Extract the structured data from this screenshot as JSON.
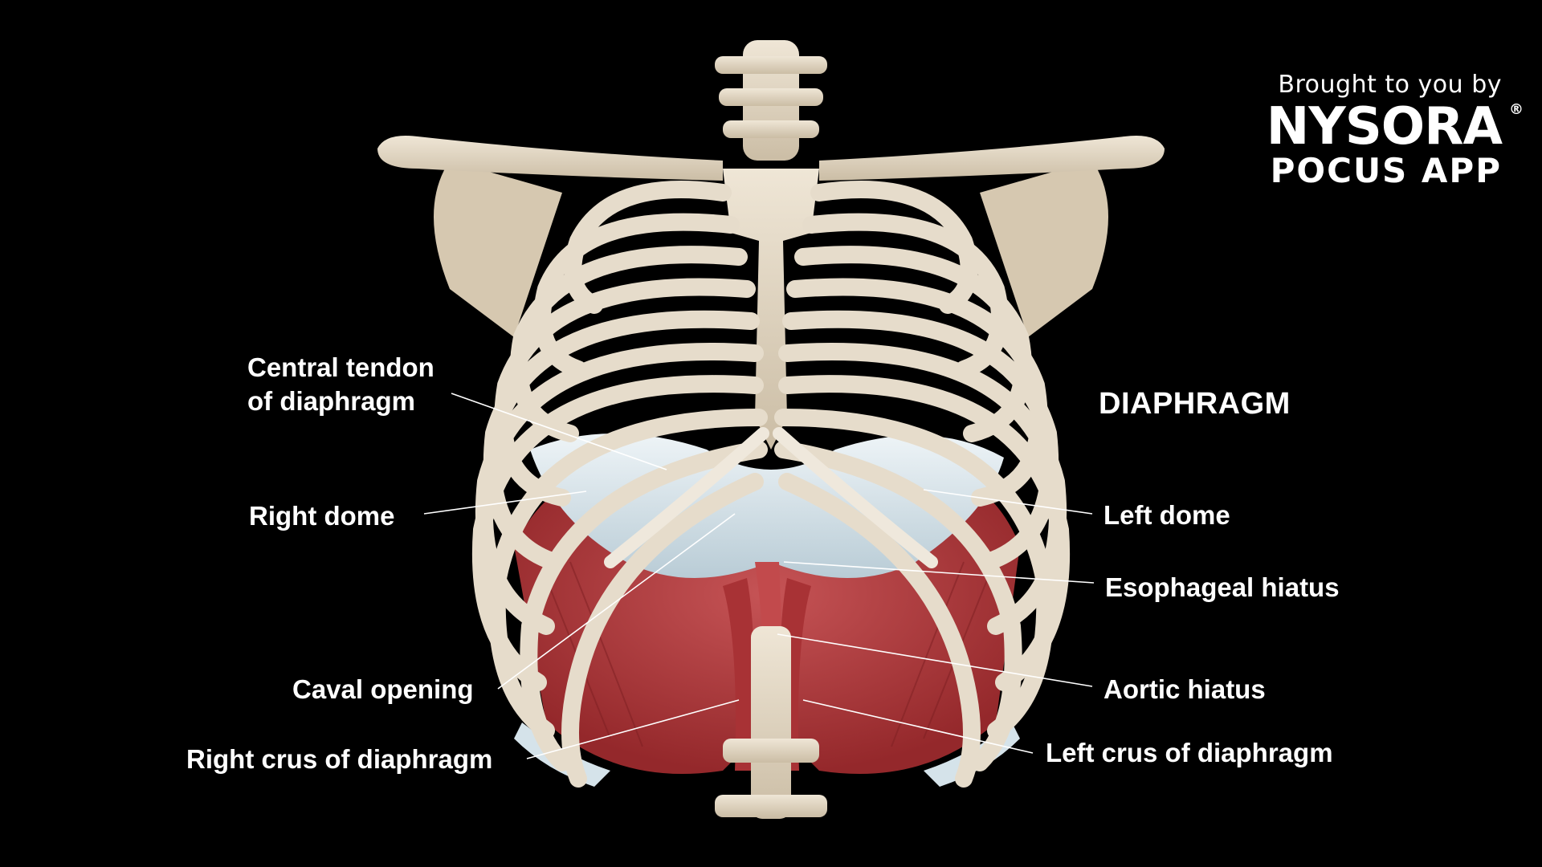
{
  "title": "DIAPHRAGM",
  "branding": {
    "tagline": "Brought to you by",
    "name": "NYSORA",
    "registered_mark": "®",
    "subtitle": "POCUS APP"
  },
  "labels": {
    "central_tendon_line1": "Central tendon",
    "central_tendon_line2": "of diaphragm",
    "right_dome": "Right dome",
    "caval_opening": "Caval opening",
    "right_crus": "Right crus of diaphragm",
    "left_dome": "Left dome",
    "esophageal_hiatus": "Esophageal hiatus",
    "aortic_hiatus": "Aortic hiatus",
    "left_crus": "Left crus of diaphragm"
  },
  "colors": {
    "background": "#000000",
    "bone": "#e6dccb",
    "bone_shadow": "#b9ab93",
    "muscle": "#b8383a",
    "tendon": "#d5e3ea",
    "text": "#ffffff"
  }
}
